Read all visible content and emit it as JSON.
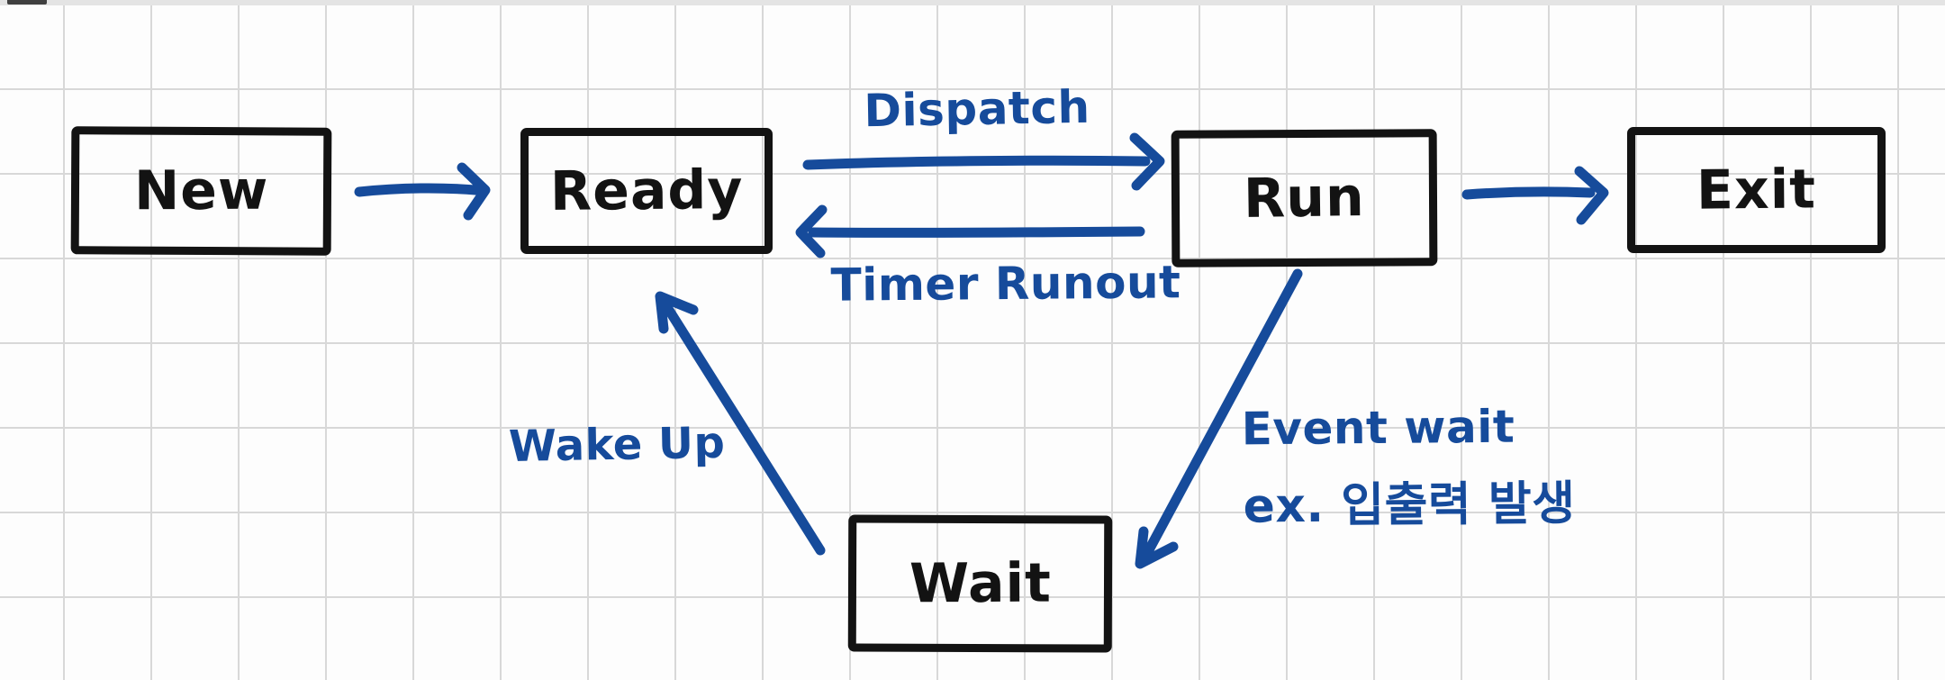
{
  "diagram": {
    "nodes": [
      {
        "id": "new",
        "label": "New"
      },
      {
        "id": "ready",
        "label": "Ready"
      },
      {
        "id": "run",
        "label": "Run"
      },
      {
        "id": "exit",
        "label": "Exit"
      },
      {
        "id": "wait",
        "label": "Wait"
      }
    ],
    "edges": [
      {
        "from": "new",
        "to": "ready",
        "label": ""
      },
      {
        "from": "ready",
        "to": "run",
        "label": "Dispatch"
      },
      {
        "from": "run",
        "to": "ready",
        "label": "Timer Runout"
      },
      {
        "from": "run",
        "to": "exit",
        "label": ""
      },
      {
        "from": "wait",
        "to": "ready",
        "label": "Wake Up"
      },
      {
        "from": "run",
        "to": "wait",
        "label": "Event wait",
        "sublabel": "ex. 입출력 발생"
      }
    ],
    "colors": {
      "ink": "#131313",
      "accent": "#164b9b",
      "grid": "#d8d8d8",
      "background": "#fdfdfd"
    }
  }
}
